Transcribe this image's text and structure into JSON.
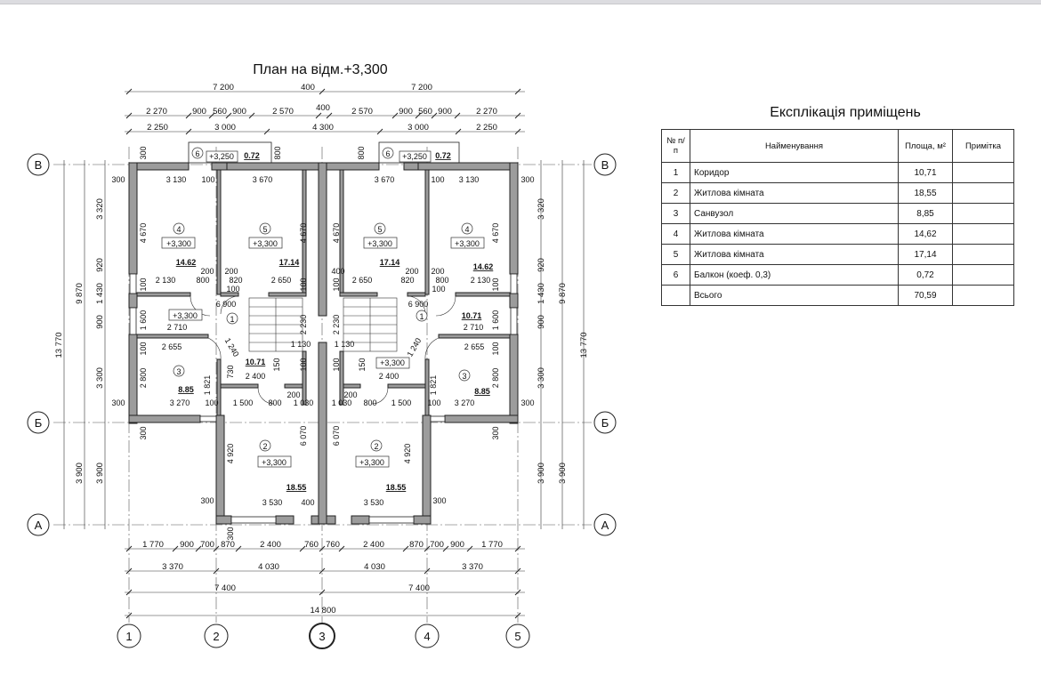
{
  "plan": {
    "title": "План на відм.+3,300",
    "axes_letters": [
      "В",
      "Б",
      "А"
    ],
    "axes_numbers": [
      "1",
      "2",
      "3",
      "4",
      "5"
    ],
    "rooms_left": [
      {
        "num": "4",
        "level": "+3,300",
        "area": "14.62"
      },
      {
        "num": "5",
        "level": "+3,300",
        "area": "17.14"
      },
      {
        "num": "1",
        "level": "+3,300",
        "area": "10.71"
      },
      {
        "num": "3",
        "level": "",
        "area": "8.85"
      },
      {
        "num": "2",
        "level": "+3,300",
        "area": "18.55"
      },
      {
        "num": "6",
        "level": "+3,250",
        "area": "0.72"
      }
    ],
    "rooms_right": [
      {
        "num": "5",
        "level": "+3,300",
        "area": "17.14"
      },
      {
        "num": "4",
        "level": "+3,300",
        "area": "14.62"
      },
      {
        "num": "1",
        "level": "+3,300",
        "area": "10.71"
      },
      {
        "num": "3",
        "level": "",
        "area": "8.85"
      },
      {
        "num": "2",
        "level": "+3,300",
        "area": "18.55"
      },
      {
        "num": "6",
        "level": "+3,250",
        "area": "0.72"
      }
    ],
    "dims_top_1": [
      "7 200",
      "400",
      "7 200"
    ],
    "dims_top_2": [
      "2 270",
      "900",
      "560",
      "900",
      "2 570",
      "400",
      "2 570",
      "900",
      "560",
      "900",
      "2 270"
    ],
    "dims_top_3": [
      "2 250",
      "3 000",
      "4 300",
      "3 000",
      "2 250"
    ],
    "dims_bottom_1": [
      "1 770",
      "900",
      "700",
      "870",
      "2 400",
      "760",
      "760",
      "2 400",
      "870",
      "700",
      "900",
      "1 770"
    ],
    "dims_bottom_2": [
      "3 370",
      "4 030",
      "4 030",
      "3 370"
    ],
    "dims_bottom_3": [
      "7 400",
      "7 400"
    ],
    "dims_bottom_4": [
      "14 800"
    ],
    "dims_left_1": [
      "3 320",
      "920",
      "1 430",
      "900",
      "3 300",
      "3 900"
    ],
    "dims_left_2": [
      "9 870",
      "3 900"
    ],
    "dims_left_3": [
      "13 770"
    ],
    "dims_right_1": [
      "3 320",
      "920",
      "1 430",
      "900",
      "3 300",
      "3 900"
    ],
    "dims_right_2": [
      "9 870",
      "3 900"
    ],
    "dims_right_3": [
      "13 770"
    ],
    "inner": {
      "w300": "300",
      "w100": "100",
      "w200": "200",
      "w150": "150",
      "w800": "800",
      "w400": "400",
      "d3130": "3 130",
      "d3670": "3 670",
      "d4670": "4 670",
      "d2130": "2 130",
      "d820": "820",
      "d2650": "2 650",
      "d6900": "6 900",
      "d2710": "2 710",
      "d1600": "1 600",
      "d2655": "2 655",
      "d1240": "1 240",
      "d2800": "2 800",
      "d1821": "1 821",
      "d730": "730",
      "d2400": "2 400",
      "d3270": "3 270",
      "d1500": "1 500",
      "d1030": "1 030",
      "d2230": "2 230",
      "d1130": "1 130",
      "d4920": "4 920",
      "d6070": "6 070",
      "d3530": "3 530"
    }
  },
  "table": {
    "title": "Експлікація приміщень",
    "headers": {
      "num": "№ п/п",
      "name": "Найменування",
      "area": "Площа, м²",
      "note": "Примітка"
    },
    "rows": [
      {
        "num": "1",
        "name": "Коридор",
        "area": "10,71",
        "note": ""
      },
      {
        "num": "2",
        "name": "Житлова кімната",
        "area": "18,55",
        "note": ""
      },
      {
        "num": "3",
        "name": "Санвузол",
        "area": "8,85",
        "note": ""
      },
      {
        "num": "4",
        "name": "Житлова кімната",
        "area": "14,62",
        "note": ""
      },
      {
        "num": "5",
        "name": "Житлова кімната",
        "area": "17,14",
        "note": ""
      },
      {
        "num": "6",
        "name": "Балкон (коеф. 0,3)",
        "area": "0,72",
        "note": ""
      }
    ],
    "total": {
      "label": "Всього",
      "area": "70,59"
    }
  }
}
